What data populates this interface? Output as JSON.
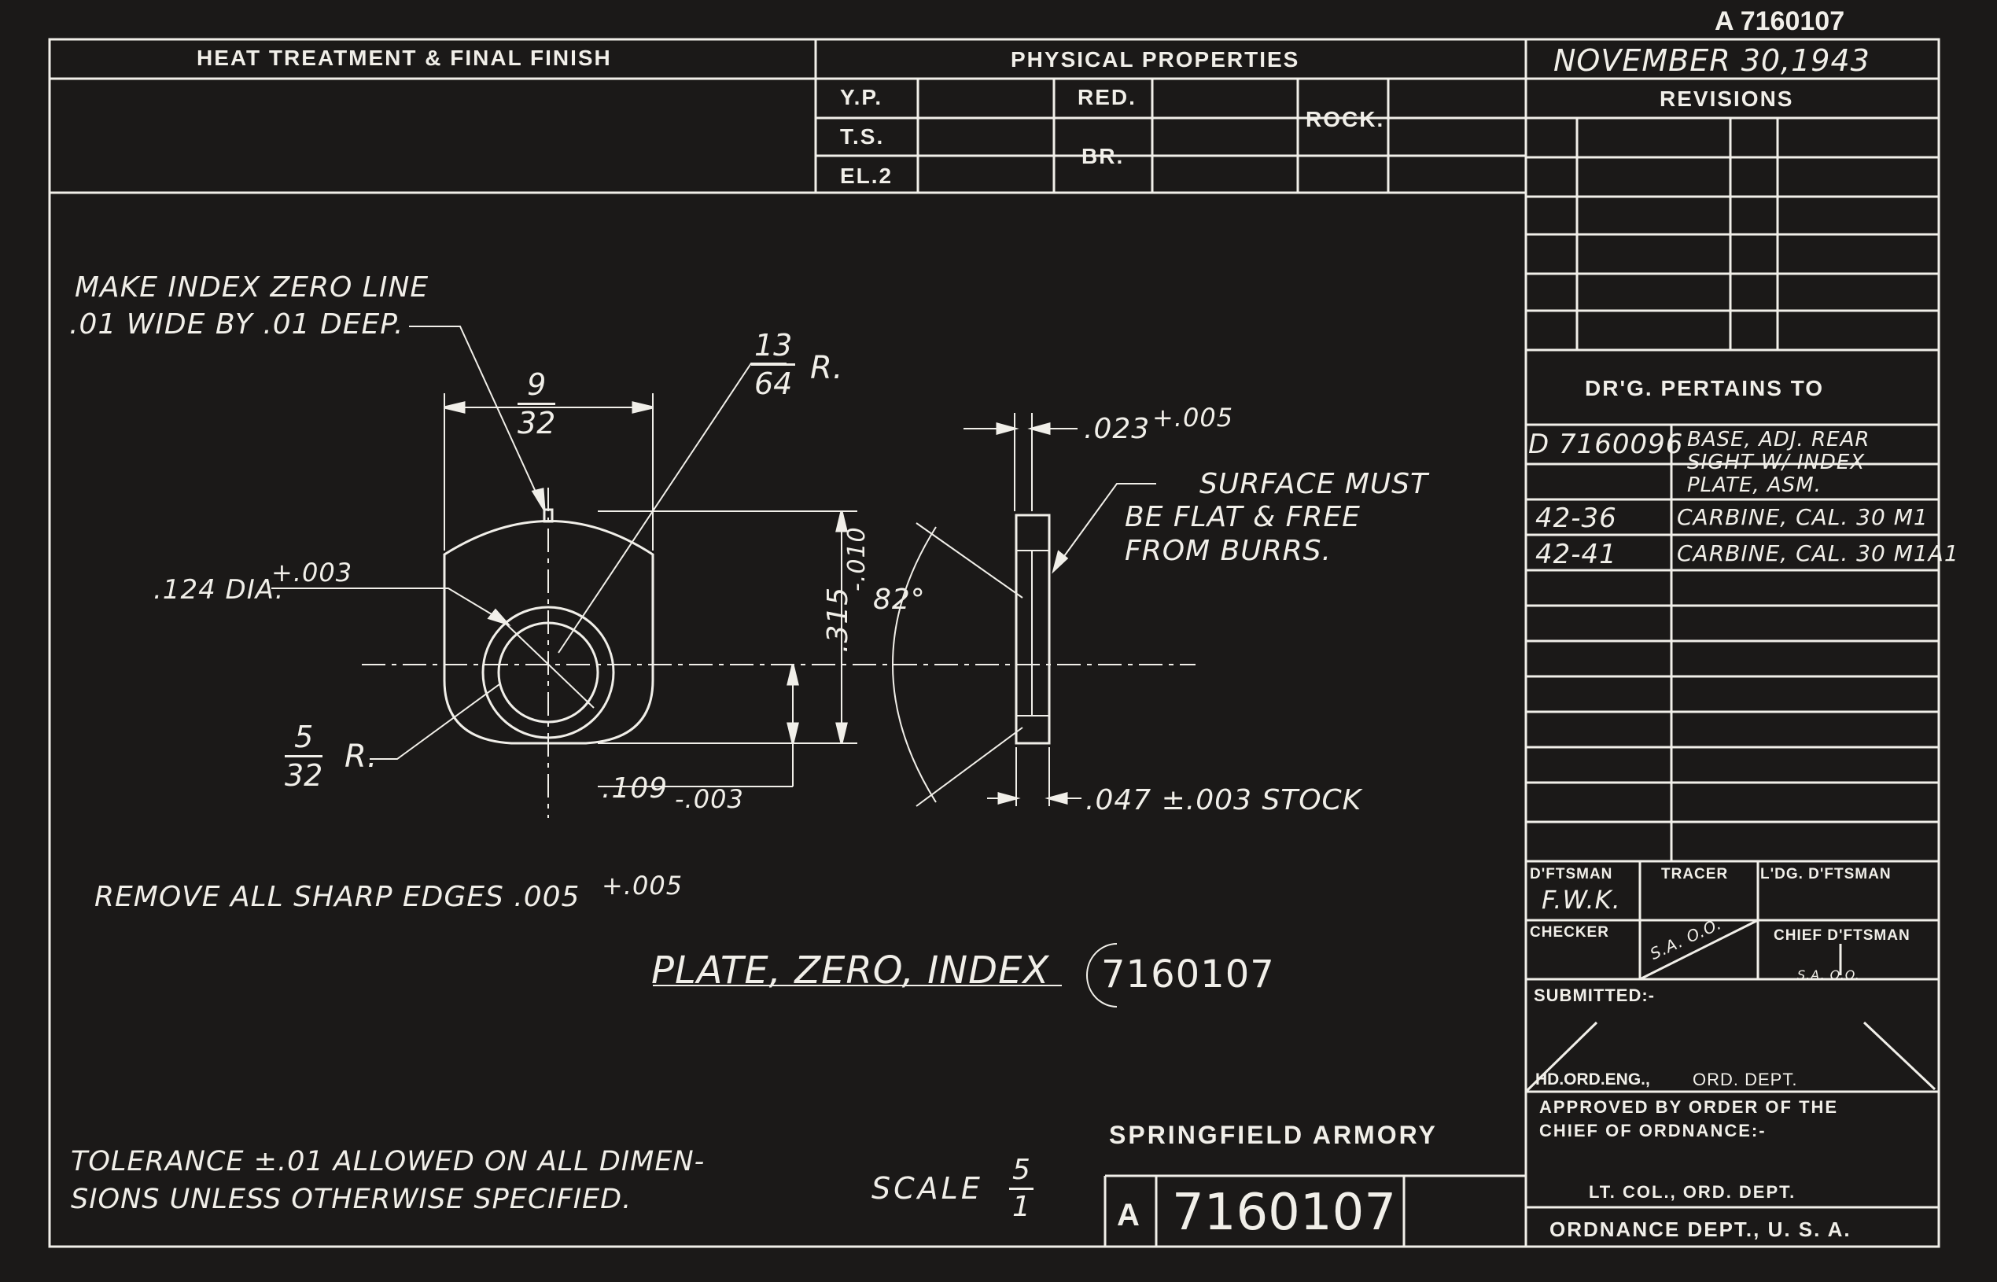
{
  "drawing_number_top": "A 7160107",
  "date": "NOVEMBER 30,1943",
  "title_block": {
    "heat_treatment": "HEAT TREATMENT & FINAL FINISH",
    "physical_properties": "PHYSICAL PROPERTIES",
    "props": {
      "yp": "Y.P.",
      "ts": "T.S.",
      "el": "EL.2",
      "red": "RED.",
      "br": "BR.",
      "rock": "ROCK."
    },
    "revisions": "REVISIONS",
    "pertains_to": "DR'G. PERTAINS TO",
    "pertains_rows": [
      {
        "code": "D 7160096",
        "desc": [
          "BASE, ADJ. REAR",
          "SIGHT W/ INDEX",
          "PLATE, ASM."
        ]
      },
      {
        "code": "42-36",
        "desc": [
          "CARBINE, CAL. 30 M1"
        ]
      },
      {
        "code": "42-41",
        "desc": [
          "CARBINE, CAL. 30 M1A1"
        ]
      }
    ],
    "dftsman": "D'FTSMAN",
    "dftsman_sig": "F.W.K.",
    "tracer": "TRACER",
    "ldg_dftsman": "L'DG. D'FTSMAN",
    "checker": "CHECKER",
    "checker_sig": "S.A.   O.O.",
    "chief_dftsman": "CHIEF D'FTSMAN",
    "chief_sig": "S.A.        O.O.",
    "submitted": "SUBMITTED:-",
    "hd_ord_eng": "HD.ORD.ENG.,",
    "ord_dept": "ORD. DEPT.",
    "approved_1": "APPROVED BY ORDER OF THE",
    "approved_2": "CHIEF OF ORDNANCE:-",
    "lt_col": "LT. COL., ORD. DEPT.",
    "ordnance_dept": "ORDNANCE DEPT., U. S. A.",
    "armory": "SPRINGFIELD  ARMORY",
    "dwg_letter": "A",
    "dwg_number": "7160107"
  },
  "notes": {
    "index_line_1": "MAKE INDEX ZERO LINE",
    "index_line_2": ".01 WIDE BY .01 DEEP.",
    "surface_1": "SURFACE MUST",
    "surface_2": "BE FLAT & FREE",
    "surface_3": "FROM BURRS.",
    "remove_edges": "REMOVE ALL SHARP EDGES .005",
    "remove_edges_tol": "+.005",
    "tolerance_1": "TOLERANCE ±.01 ALLOWED ON ALL DIMEN-",
    "tolerance_2": "SIONS UNLESS OTHERWISE SPECIFIED.",
    "part_title": "PLATE, ZERO, INDEX",
    "part_number": "7160107",
    "scale": "SCALE"
  },
  "dimensions": {
    "width_num": "9",
    "width_den": "32",
    "arc_num": "13",
    "arc_den": "64",
    "arc_r": "R.",
    "hole_dia": ".124 DIA.",
    "hole_tol": "+.003",
    "corner_num": "5",
    "corner_den": "32",
    "corner_r": "R.",
    "height": ".315",
    "height_tol": "-.010",
    "angle": "82°",
    "offset": ".109",
    "offset_tol": "-.003",
    "step": ".023",
    "step_tol": "+.005",
    "stock": ".047 ±.003 STOCK",
    "scale_num": "5",
    "scale_den": "1"
  }
}
